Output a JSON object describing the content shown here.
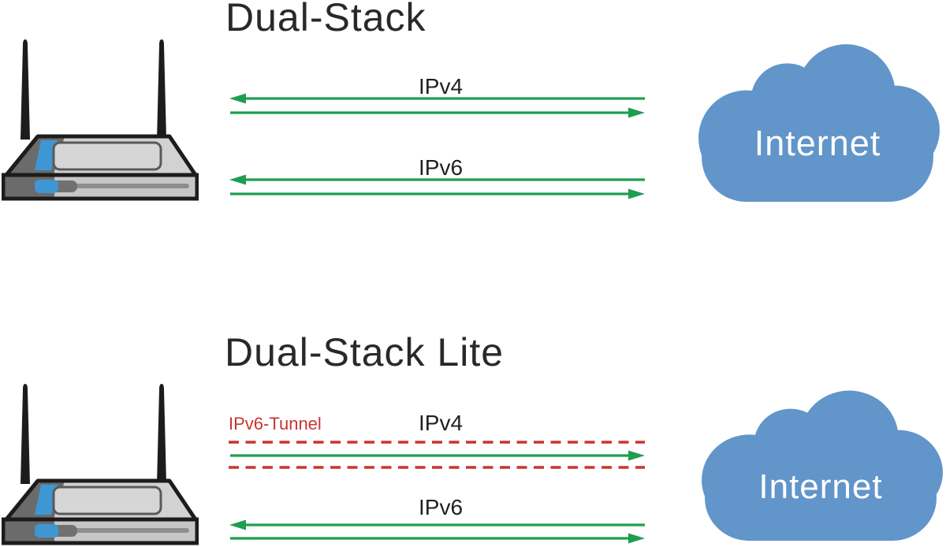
{
  "sections": [
    {
      "title": "Dual-Stack",
      "cloud_label": "Internet",
      "links": [
        {
          "label": "IPv4",
          "direction": "bidirectional"
        },
        {
          "label": "IPv6",
          "direction": "bidirectional"
        }
      ]
    },
    {
      "title": "Dual-Stack Lite",
      "cloud_label": "Internet",
      "tunnel_label": "IPv6-Tunnel",
      "links": [
        {
          "label": "IPv4",
          "direction": "to-internet",
          "tunneled": true
        },
        {
          "label": "IPv6",
          "direction": "bidirectional"
        }
      ]
    }
  ],
  "colors": {
    "arrow_green": "#1f9e50",
    "tunnel_red": "#ca3430",
    "cloud_blue": "#6295ca",
    "router_blue": "#3e97d3",
    "router_gray_light": "#d2d2d2",
    "router_gray_dark": "#6b6b6b",
    "outline_black": "#1c1c1c",
    "text_black": "#231f20"
  }
}
